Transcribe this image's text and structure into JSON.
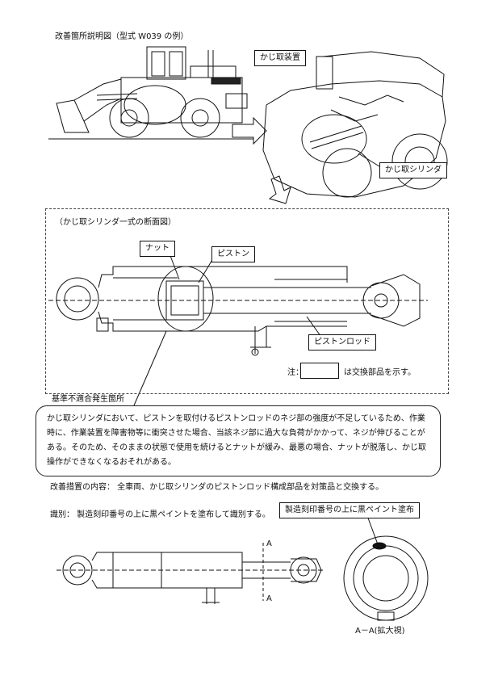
{
  "header": {
    "title": "改善箇所説明図（型式 W039 の例）"
  },
  "overview": {
    "steering_device_label": "かじ取装置",
    "steering_cylinder_label": "かじ取シリンダ"
  },
  "section": {
    "title": "（かじ取シリンダ一式の断面図）",
    "nut_label": "ナット",
    "piston_label": "ピストン",
    "piston_rod_label": "ピストンロッド",
    "note_prefix": "注：",
    "note_suffix": "は交換部品を示す。"
  },
  "defect": {
    "heading": "基準不適合発生箇所",
    "text": "かじ取シリンダにおいて、ピストンを取付けるピストンロッドのネジ部の強度が不足しているため、作業時に、作業装置を障害物等に衝突させた場合、当該ネジ部に過大な負荷がかかって、ネジが伸びることがある。そのため、そのままの状態で使用を続けるとナットが緩み、最悪の場合、ナットが脱落し、かじ取操作ができなくなるおそれがある。"
  },
  "measures": {
    "text": "改善措置の内容：  全車両、かじ取シリンダのピストンロッド構成部品を対策品と交換する。"
  },
  "identification": {
    "text": "識別：  製造刻印番号の上に黒ペイントを塗布して識別する。",
    "callout": "製造刻印番号の上に黒ペイント塗布",
    "section_mark_top": "A",
    "section_mark_bottom": "A",
    "view_caption": "A－A(拡大視)"
  }
}
